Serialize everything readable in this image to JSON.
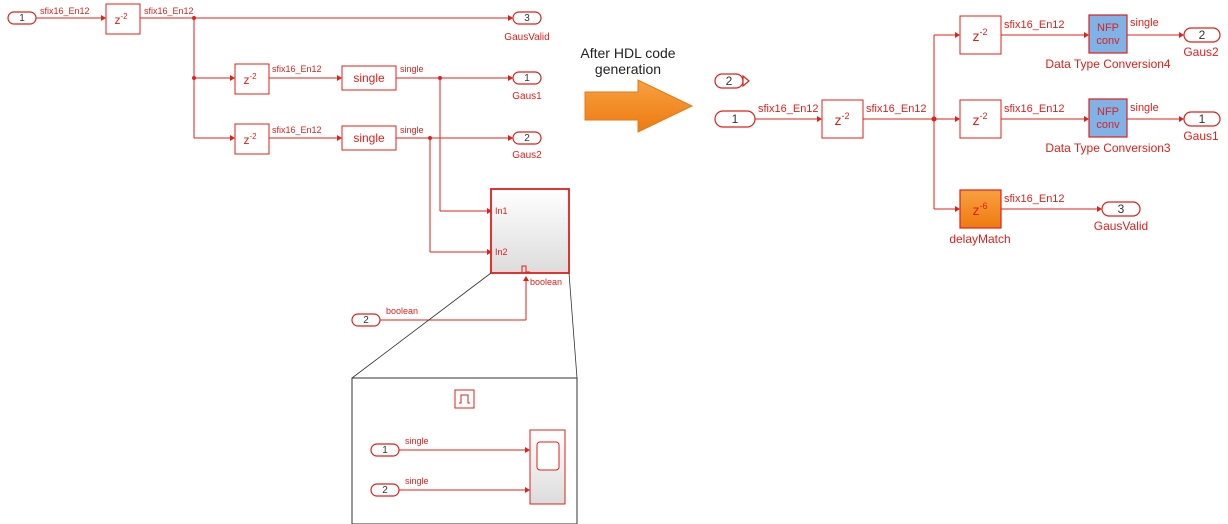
{
  "signals": {
    "sfix": "sfix16_En12",
    "single": "single",
    "boolean": "boolean"
  },
  "delay": {
    "base": "z",
    "exp2": "-2",
    "exp6": "-6"
  },
  "left": {
    "in1_num": "1",
    "in2_num": "2",
    "out3_num": "3",
    "out3_label": "GausValid",
    "out1_num": "1",
    "out1_label": "Gaus1",
    "out2_num": "2",
    "out2_label": "Gaus2",
    "convert_label": "single",
    "scope_in1": "In1",
    "scope_in2": "In2"
  },
  "zoom": {
    "in1_num": "1",
    "in2_num": "2"
  },
  "middle": {
    "line1": "After HDL code",
    "line2": "generation"
  },
  "right": {
    "in2_num": "2",
    "in1_num": "1",
    "nfp_line1": "NFP",
    "nfp_line2": "conv",
    "conv4_label": "Data Type Conversion4",
    "conv3_label": "Data Type Conversion3",
    "out2_num": "2",
    "out2_label": "Gaus2",
    "out1_num": "1",
    "out1_label": "Gaus1",
    "out3_num": "3",
    "out3_label": "GausValid",
    "delaymatch_label": "delayMatch"
  },
  "colors": {
    "signal": "#e0201b",
    "nfp_fill": "#7fb2e6",
    "delaymatch_fill": "#f58a1f",
    "arrow_fill": "#f58a1f"
  }
}
